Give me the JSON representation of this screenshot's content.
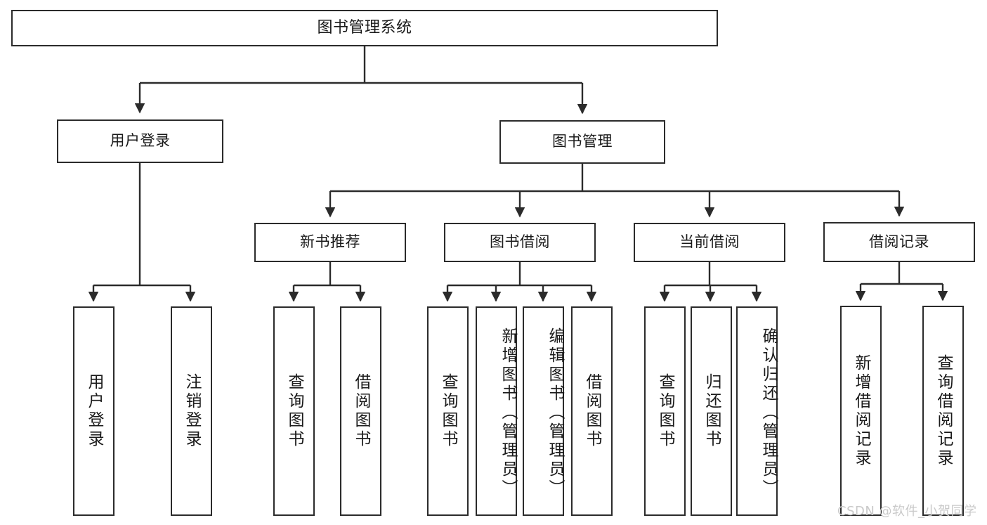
{
  "diagram": {
    "title": "图书管理系统",
    "type": "hierarchy-tree",
    "levels": {
      "root": {
        "label": "图书管理系统"
      },
      "level2": [
        {
          "label": "用户登录"
        },
        {
          "label": "图书管理"
        }
      ],
      "level3": [
        {
          "label": "新书推荐"
        },
        {
          "label": "图书借阅"
        },
        {
          "label": "当前借阅"
        },
        {
          "label": "借阅记录"
        }
      ]
    },
    "leaves": {
      "user_login": [
        {
          "label": "用户登录"
        },
        {
          "label": "注销登录"
        }
      ],
      "new_book_recommend": [
        {
          "label": "查询图书"
        },
        {
          "label": "借阅图书"
        }
      ],
      "book_borrow": [
        {
          "label": "查询图书"
        },
        {
          "label": "新增图书（管理员）"
        },
        {
          "label": "编辑图书（管理员）"
        },
        {
          "label": "借阅图书"
        }
      ],
      "current_borrow": [
        {
          "label": "查询图书"
        },
        {
          "label": "归还图书"
        },
        {
          "label": "确认归还（管理员）"
        }
      ],
      "borrow_record": [
        {
          "label": "新增借阅记录"
        },
        {
          "label": "查询借阅记录"
        }
      ]
    },
    "watermark": "CSDN @软件_小贺同学",
    "colors": {
      "stroke": "#2b2b2b",
      "fill": "#ffffff",
      "text": "#1a1a1a",
      "watermark": "#c9c9c9"
    }
  }
}
